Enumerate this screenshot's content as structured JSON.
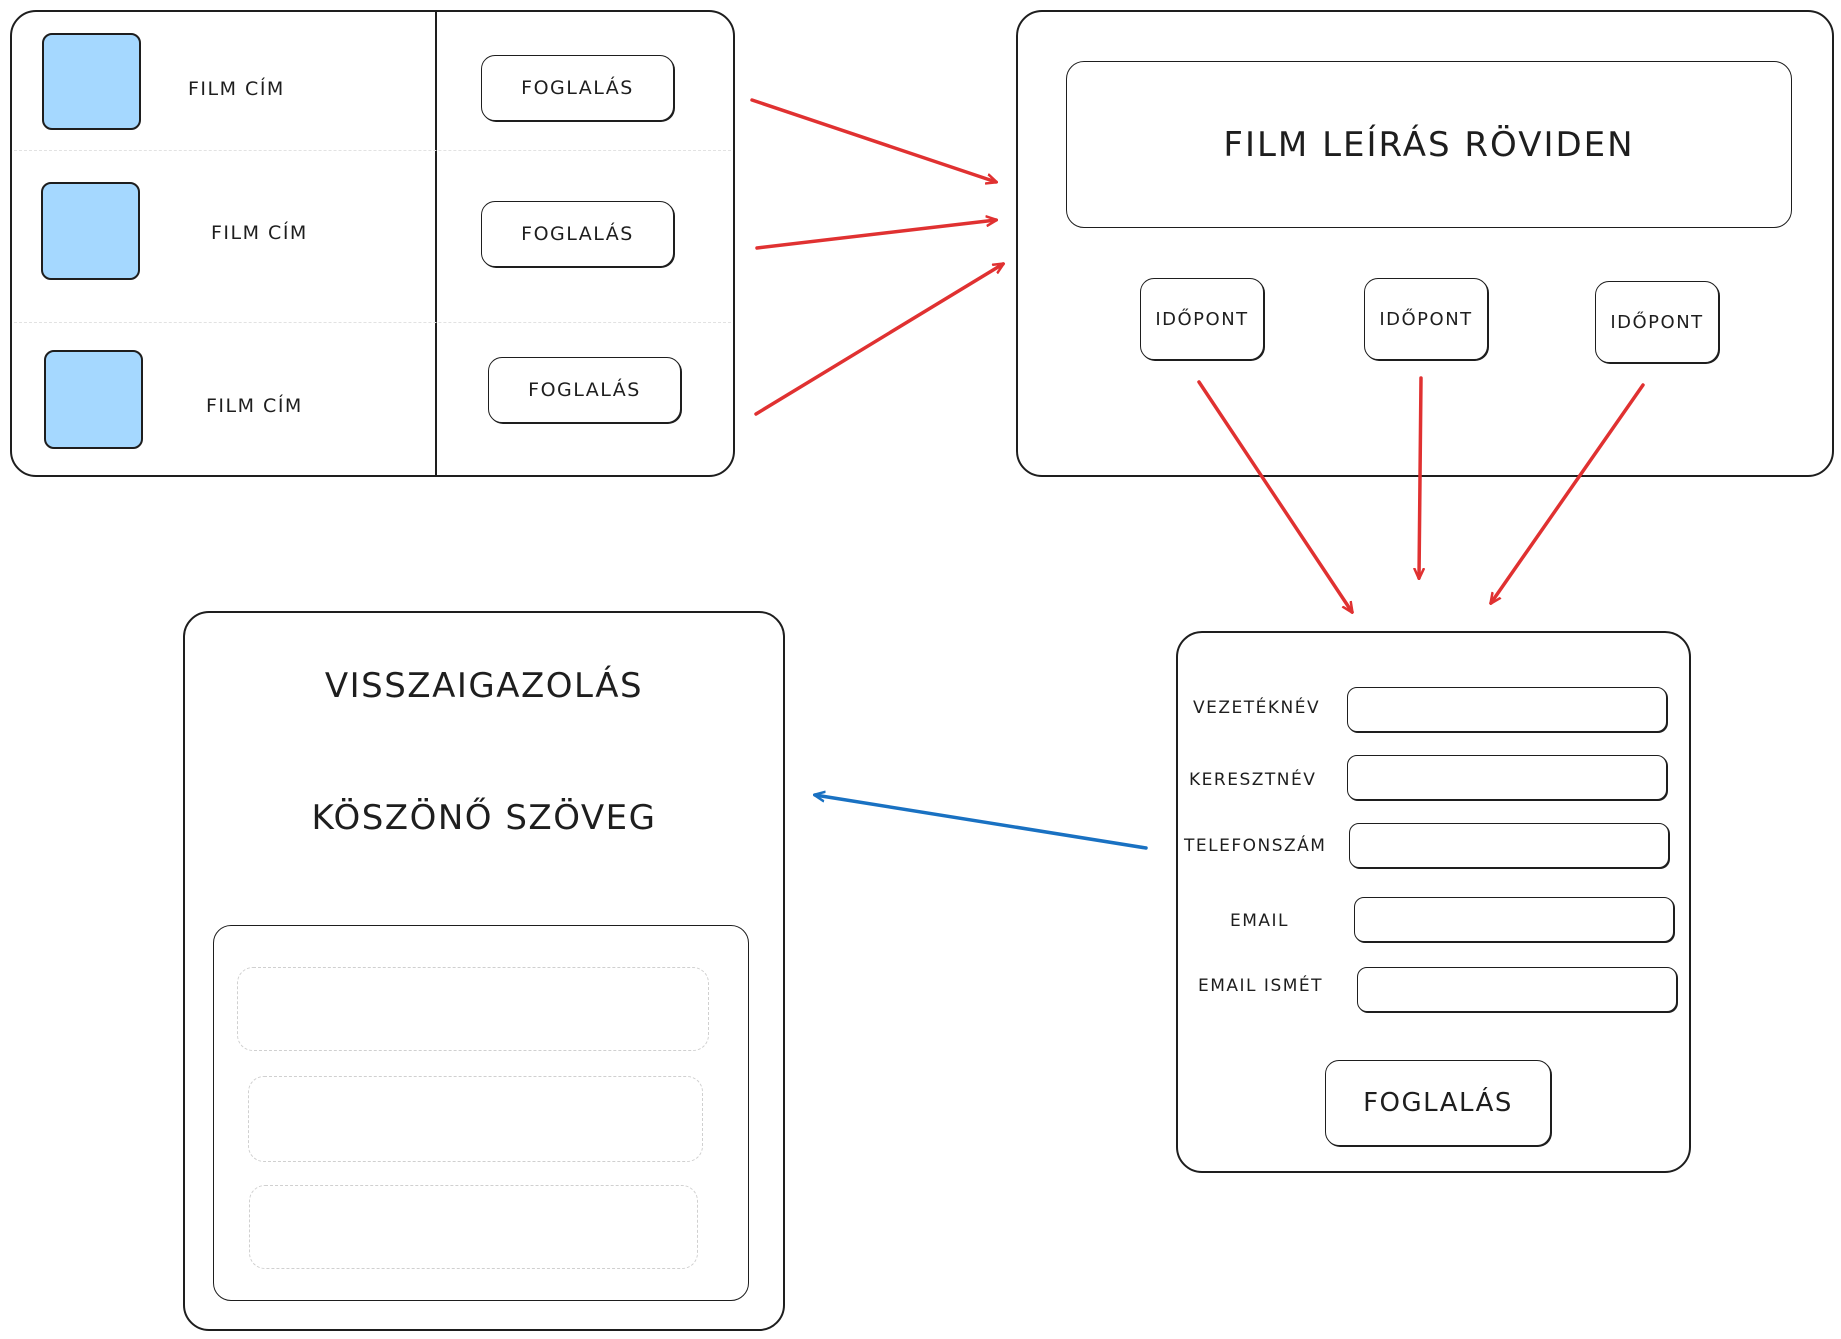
{
  "movie_list": {
    "rows": [
      {
        "title": "FILM CÍM",
        "button": "FOGLALÁS"
      },
      {
        "title": "FILM CÍM",
        "button": "FOGLALÁS"
      },
      {
        "title": "FILM CÍM",
        "button": "FOGLALÁS"
      }
    ]
  },
  "movie_detail": {
    "description": "FILM LEÍRÁS RÖVIDEN",
    "showtimes": [
      "IDŐPONT",
      "IDŐPONT",
      "IDŐPONT"
    ]
  },
  "booking_form": {
    "fields": [
      {
        "label": "VEZETÉKNÉV",
        "value": ""
      },
      {
        "label": "KERESZTNÉV",
        "value": ""
      },
      {
        "label": "TELEFONSZÁM",
        "value": ""
      },
      {
        "label": "EMAIL",
        "value": ""
      },
      {
        "label": "EMAIL ISMÉT",
        "value": ""
      }
    ],
    "submit_label": "FOGLALÁS"
  },
  "confirmation": {
    "title": "VISSZAIGAZOLÁS",
    "thanks": "KÖSZÖNŐ SZÖVEG"
  },
  "colors": {
    "poster_fill": "#a5d8ff",
    "flow_arrow": "#e03131",
    "return_arrow": "#1971c2",
    "stroke": "#1e1e1e"
  }
}
